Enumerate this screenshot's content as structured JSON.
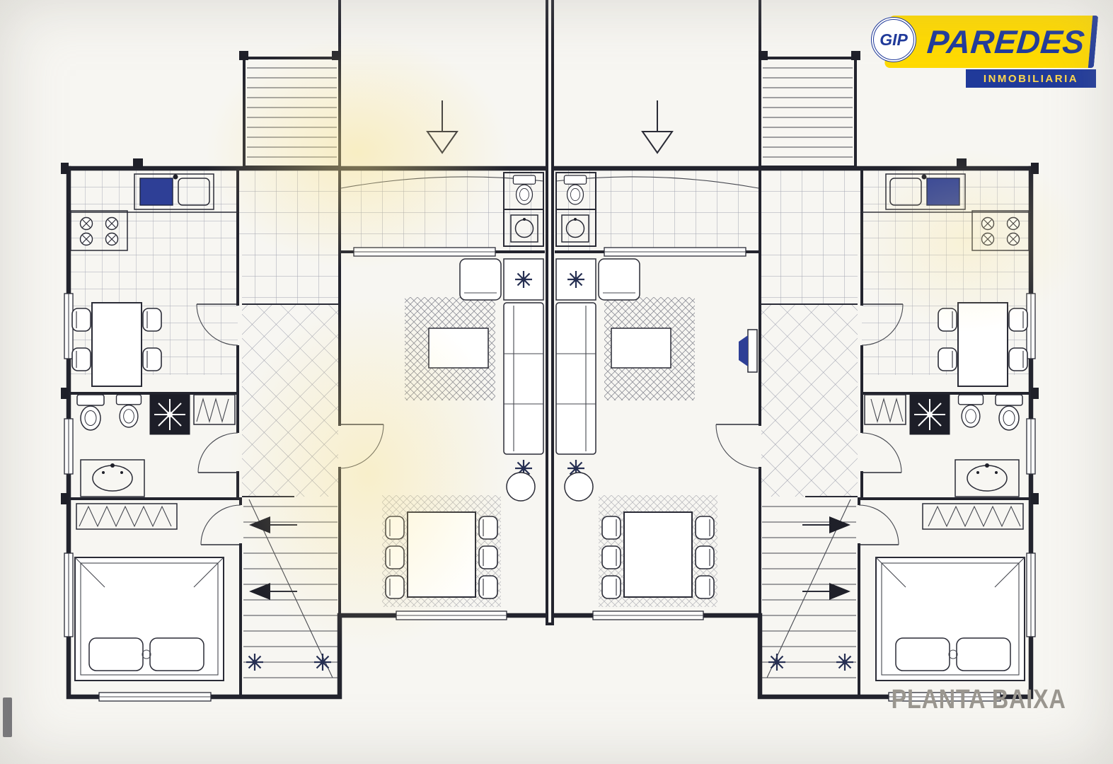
{
  "scan": {
    "paper_color": "#f7f6f2",
    "ink_color": "#23242e",
    "accent_blue": "#2e3f96"
  },
  "brand": {
    "monogram": "GIP",
    "name": "PAREDES",
    "tagline": "INMOBILIARIA",
    "box_color": "#FFDA00",
    "blue": "#203A9A",
    "tagline_color": "#FFD84D"
  },
  "caption": {
    "text": "PLANTA BAIXA",
    "color": "#9A968F"
  },
  "floorplan": {
    "units": 2,
    "layout": "two mirrored dwellings around a central party wall, ground floor",
    "symbols": [
      "entrance-arrow-icon",
      "exterior-stair-icon",
      "interior-stair-icon",
      "terrace-tile-grid",
      "kitchen-sink-icon",
      "stove-burner-icon",
      "kitchen-table-icon",
      "dining-table-icon",
      "chair-icon",
      "toilet-icon",
      "bidet-icon",
      "shower-icon",
      "washbasin-icon",
      "vanity-icon",
      "double-bed-icon",
      "wardrobe-icon",
      "sofa-icon",
      "armchair-icon",
      "coffee-table-icon",
      "round-table-icon",
      "area-rug-hatch",
      "plant-icon",
      "tv-icon",
      "party-wall",
      "window-icon",
      "door-arc-icon",
      "wc-icon"
    ]
  }
}
